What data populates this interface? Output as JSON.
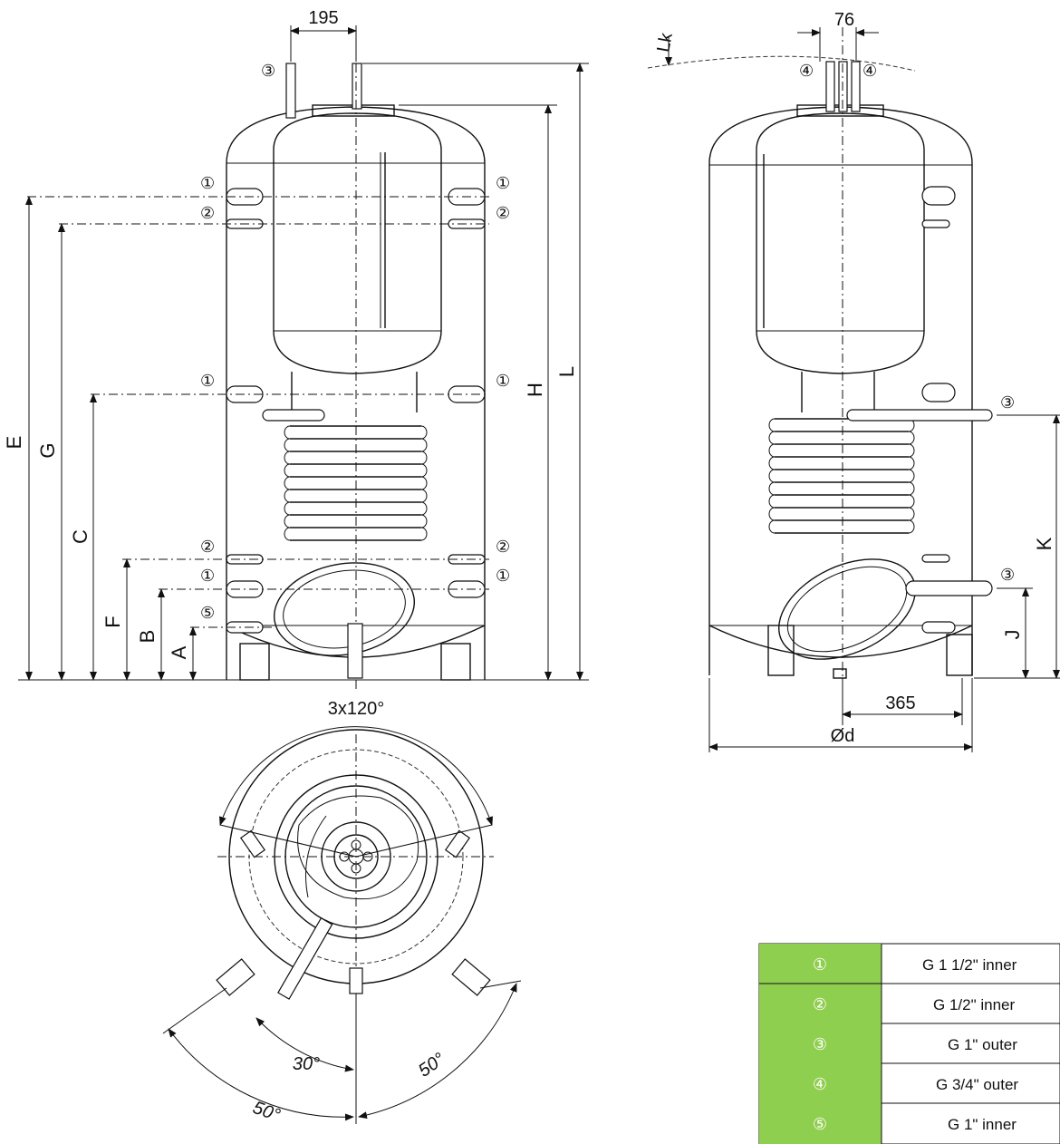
{
  "dimensions": {
    "front_top_spacing": "195",
    "side_top_spacing": "76",
    "side_offset": "365",
    "diameter": "Ød",
    "top_angle": "3x120°",
    "angle_left": "50°",
    "angle_right": "50°",
    "angle_pipe": "30°",
    "tilt_height": "Lk"
  },
  "height_labels": {
    "E": "E",
    "G": "G",
    "C": "C",
    "F": "F",
    "B": "B",
    "A": "A",
    "H": "H",
    "L": "L",
    "K": "K",
    "J": "J"
  },
  "connection_markers": {
    "c1": "①",
    "c2": "②",
    "c3": "③",
    "c4": "④",
    "c5": "⑤"
  },
  "legend": {
    "rows": [
      {
        "num": "①",
        "text": "G 1 1/2\" inner"
      },
      {
        "num": "②",
        "text": "G 1/2\" inner"
      },
      {
        "num": "③",
        "text": "G 1\" outer"
      },
      {
        "num": "④",
        "text": "G 3/4\" outer"
      },
      {
        "num": "⑤",
        "text": "G 1\" inner"
      }
    ]
  },
  "colors": {
    "legend_green": "#8fcf4f",
    "line": "#111111"
  }
}
